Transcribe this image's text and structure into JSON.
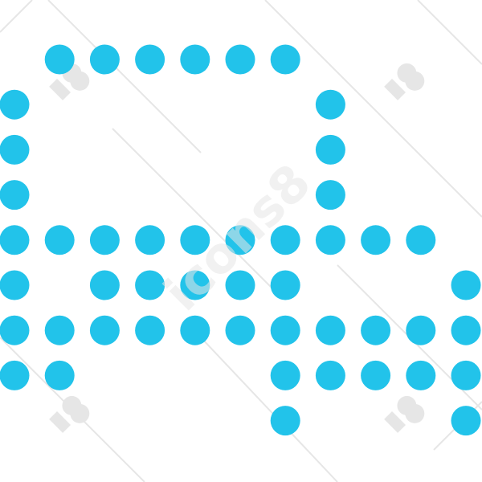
{
  "image": {
    "background_color": "#ffffff",
    "dot_color": "#22c3ea",
    "subject": "dotted-pixel-icon"
  },
  "watermark": {
    "text": "icons8",
    "color": "#e6e6e6",
    "logo_icon": "icons8-logo-icon"
  },
  "dot_grid": {
    "rows": [
      [
        0,
        1,
        1,
        1,
        1,
        1,
        1,
        0,
        0,
        0,
        0
      ],
      [
        1,
        0,
        0,
        0,
        0,
        0,
        0,
        1,
        0,
        0,
        0
      ],
      [
        1,
        0,
        0,
        0,
        0,
        0,
        0,
        1,
        0,
        0,
        0
      ],
      [
        1,
        0,
        0,
        0,
        0,
        0,
        0,
        1,
        0,
        0,
        0
      ],
      [
        1,
        1,
        1,
        1,
        1,
        1,
        1,
        1,
        1,
        1,
        0
      ],
      [
        1,
        0,
        1,
        1,
        1,
        1,
        1,
        0,
        0,
        0,
        1
      ],
      [
        1,
        1,
        1,
        1,
        1,
        1,
        1,
        1,
        1,
        1,
        1
      ],
      [
        1,
        1,
        0,
        0,
        0,
        0,
        1,
        1,
        1,
        1,
        1
      ],
      [
        0,
        0,
        0,
        0,
        0,
        0,
        1,
        0,
        0,
        0,
        1
      ]
    ]
  }
}
